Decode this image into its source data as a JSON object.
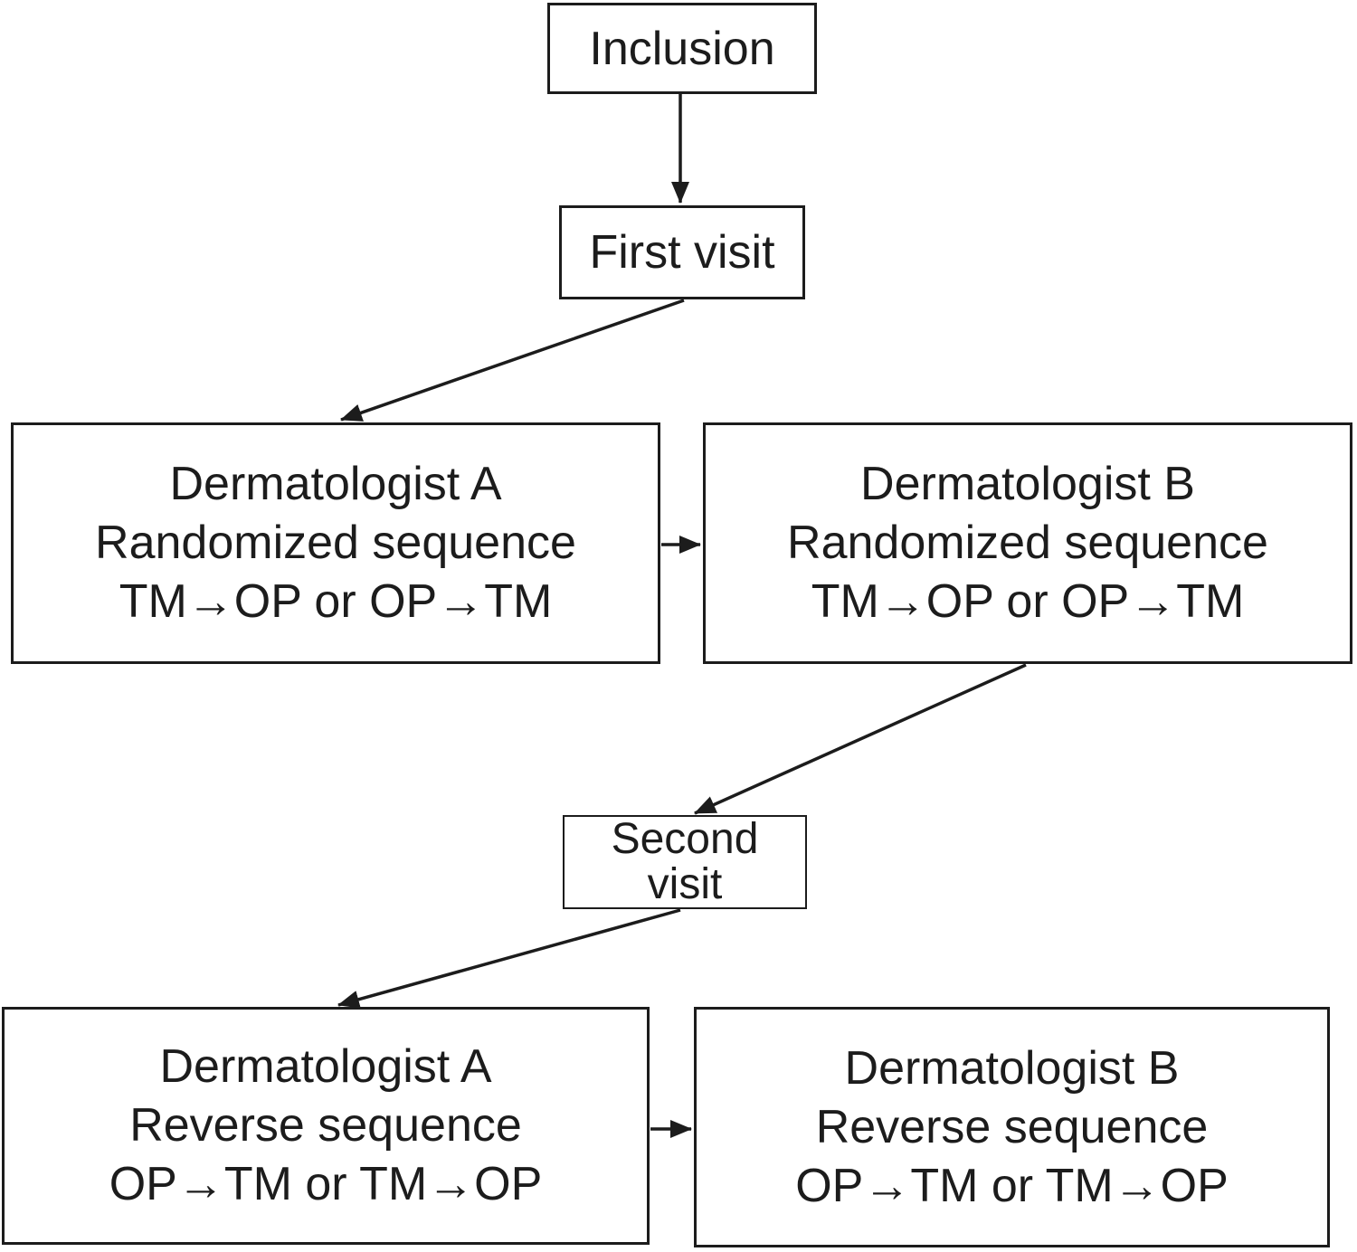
{
  "colors": {
    "ink": "#1c1c1c",
    "background": "#ffffff"
  },
  "nodes": {
    "inclusion": {
      "label": "Inclusion"
    },
    "first_visit": {
      "label": "First visit"
    },
    "derm_a_randomized": {
      "lines": [
        "Dermatologist A",
        "Randomized sequence",
        "TM→OP or OP→TM"
      ]
    },
    "derm_b_randomized": {
      "lines": [
        "Dermatologist B",
        "Randomized sequence",
        "TM→OP or OP→TM"
      ]
    },
    "second_visit": {
      "lines": [
        "Second",
        "visit"
      ]
    },
    "derm_a_reverse": {
      "lines": [
        "Dermatologist A",
        "Reverse sequence",
        "OP→TM or TM→OP"
      ]
    },
    "derm_b_reverse": {
      "lines": [
        "Dermatologist B",
        "Reverse sequence",
        "OP→TM or TM→OP"
      ]
    }
  },
  "edges": [
    {
      "from": "inclusion",
      "to": "first_visit"
    },
    {
      "from": "first_visit",
      "to": "derm_a_randomized"
    },
    {
      "from": "derm_a_randomized",
      "to": "derm_b_randomized"
    },
    {
      "from": "derm_b_randomized",
      "to": "second_visit"
    },
    {
      "from": "second_visit",
      "to": "derm_a_reverse"
    },
    {
      "from": "derm_a_reverse",
      "to": "derm_b_reverse"
    }
  ]
}
